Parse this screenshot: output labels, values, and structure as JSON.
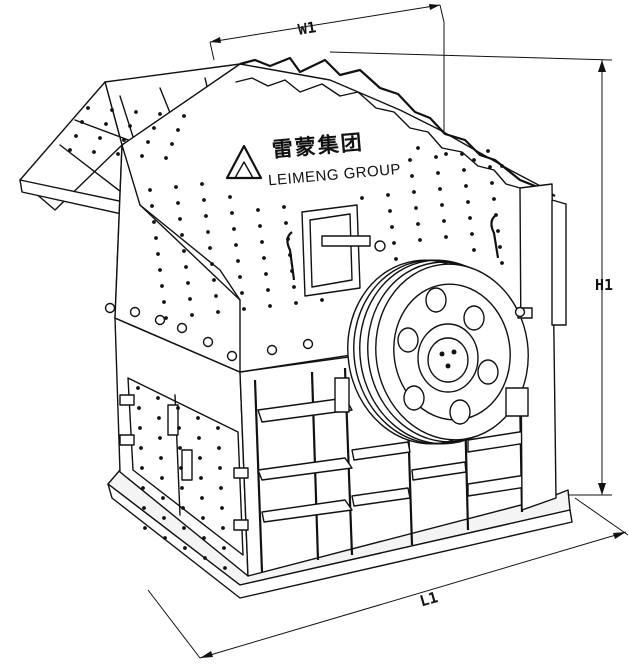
{
  "drawing": {
    "brand_cn": "雷蒙集团",
    "brand_en": "LEIMENG GROUP",
    "dimensions": {
      "width_label": "W1",
      "height_label": "H1",
      "length_label": "L1"
    }
  }
}
